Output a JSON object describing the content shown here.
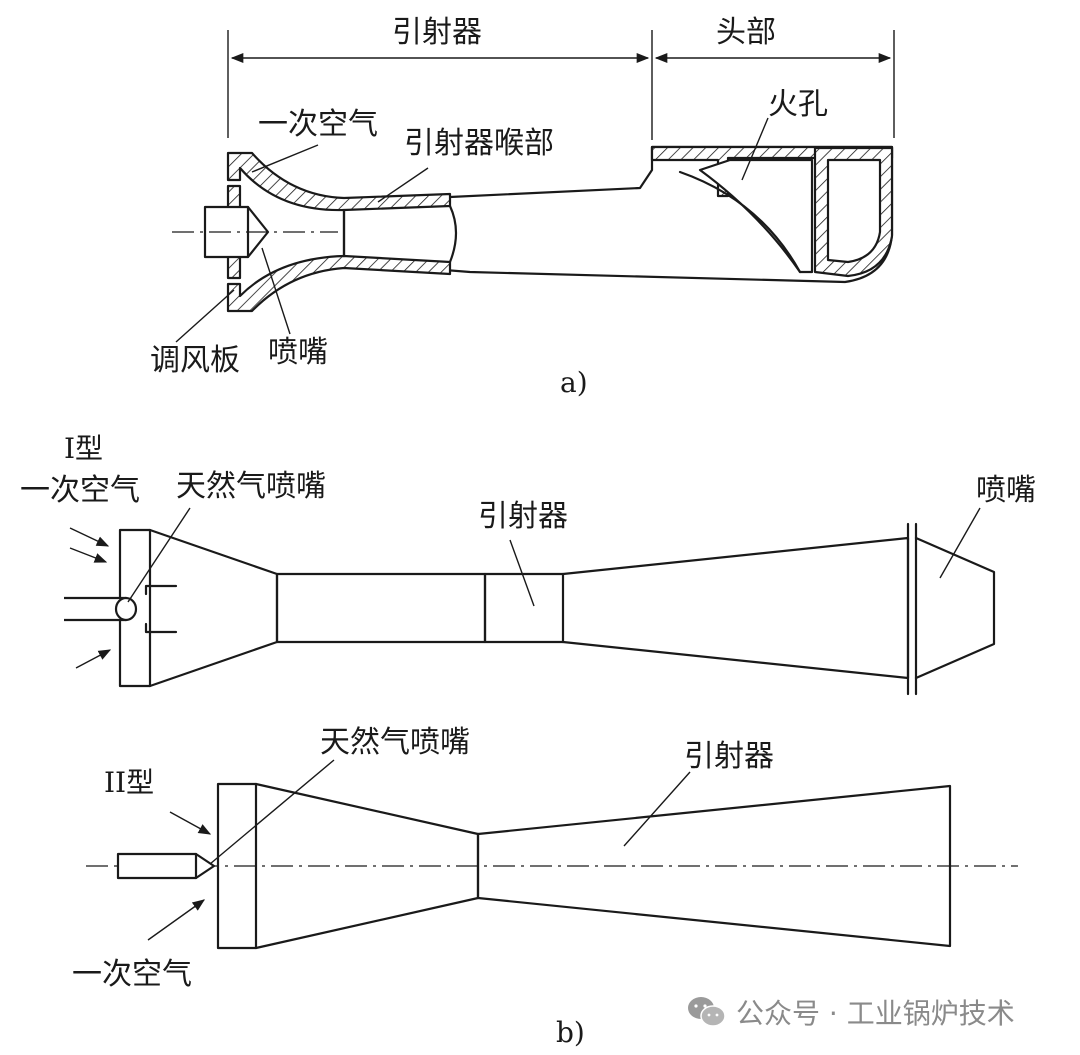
{
  "diagram_a": {
    "dim_ejector": "引射器",
    "dim_head": "头部",
    "primary_air": "一次空气",
    "ejector_throat": "引射器喉部",
    "fire_hole": "火孔",
    "damper": "调风板",
    "nozzle": "喷嘴",
    "caption": "a)"
  },
  "diagram_b1": {
    "type_label": "I型",
    "primary_air": "一次空气",
    "gas_nozzle": "天然气喷嘴",
    "ejector": "引射器",
    "nozzle": "喷嘴"
  },
  "diagram_b2": {
    "type_label": "II型",
    "gas_nozzle": "天然气喷嘴",
    "ejector": "引射器",
    "primary_air": "一次空气",
    "caption": "b)"
  },
  "watermark": {
    "icon": "wechat-icon",
    "text": "公众号 · 工业锅炉技术"
  }
}
